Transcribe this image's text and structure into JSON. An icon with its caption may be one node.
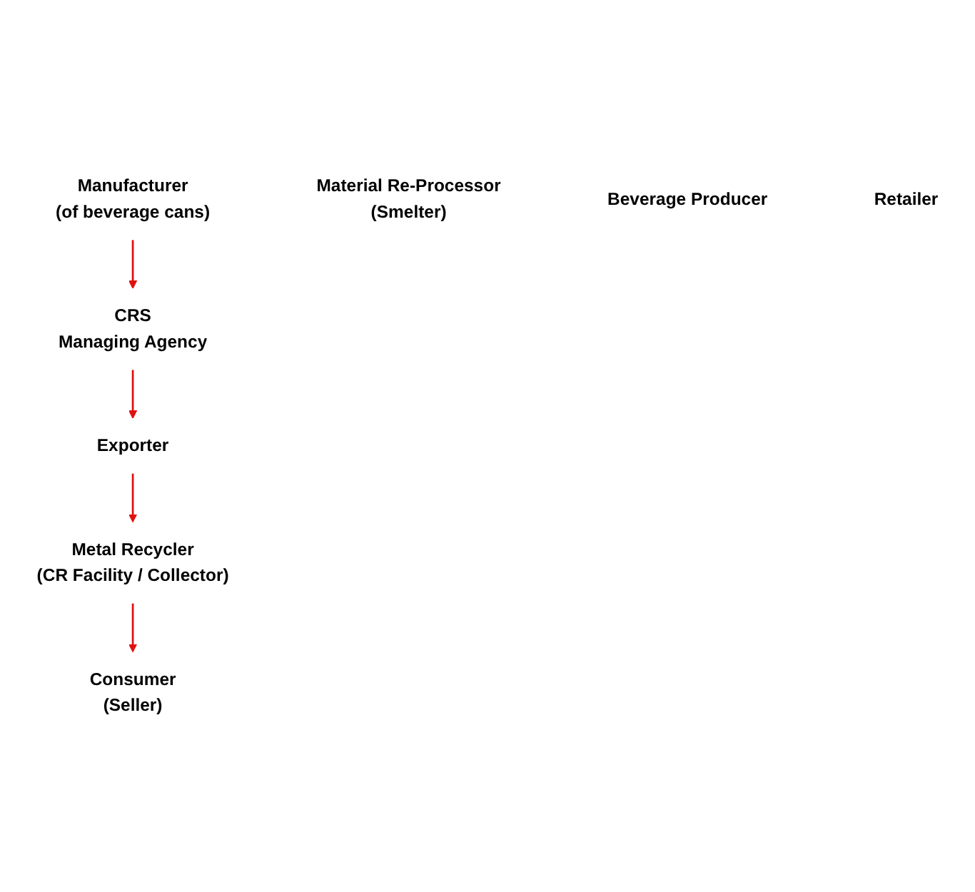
{
  "diagram": {
    "nodes": [
      {
        "text": [
          "Manufacturer",
          "(of beverage cans)"
        ]
      },
      {
        "text": [
          "Material Re-Processor",
          "(Smelter)"
        ]
      },
      {
        "text": [
          "Beverage Producer"
        ]
      },
      {
        "text": [
          "CRS",
          "Managing Agency"
        ]
      },
      {
        "text": [
          "Exporter"
        ]
      },
      {
        "text": [
          "Retailer"
        ]
      },
      {
        "text": [
          "Metal Recycler",
          "(CR Facility / Collector)"
        ]
      },
      {
        "text": [
          "Consumer",
          "(Seller)"
        ]
      }
    ],
    "edges": [
      {
        "from": 0,
        "to": 3,
        "arrow": "to"
      },
      {
        "from": 3,
        "to": 4,
        "arrow": "to"
      },
      {
        "from": 4,
        "to": 6,
        "arrow": "to"
      },
      {
        "from": 6,
        "to": 7,
        "arrow": "to"
      }
    ]
  }
}
